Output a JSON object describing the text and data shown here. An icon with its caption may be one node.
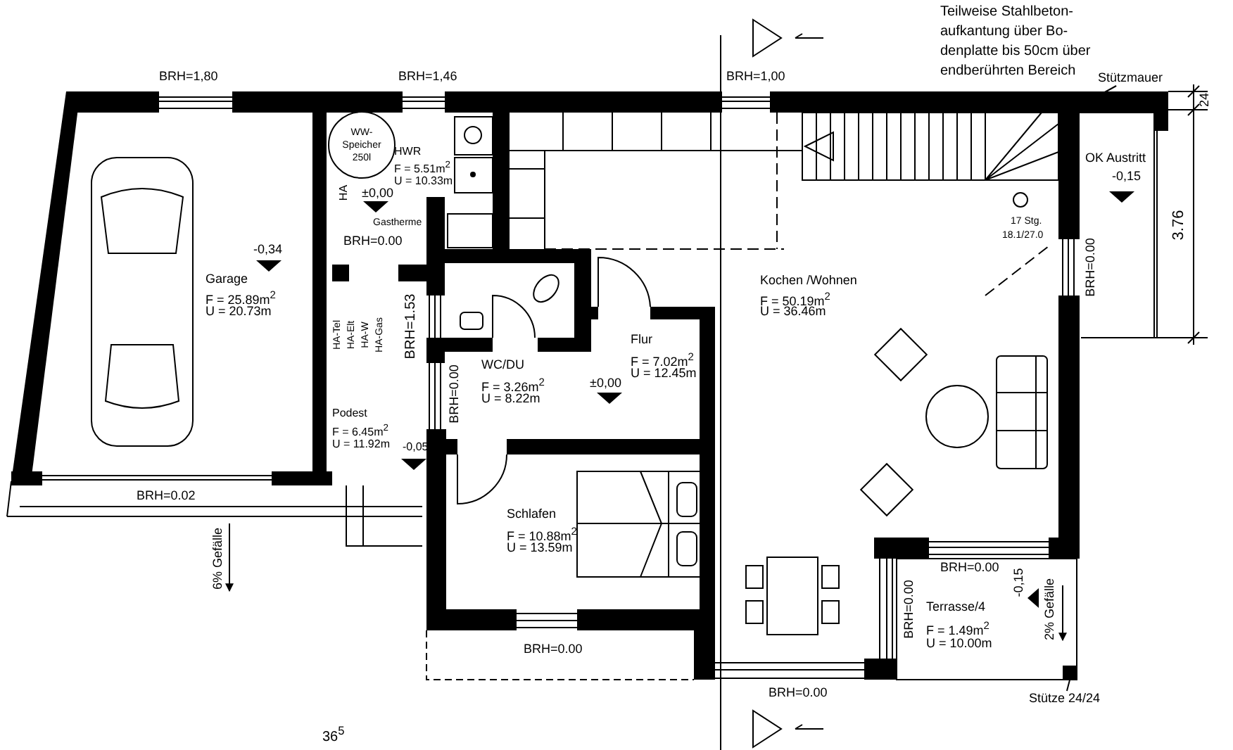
{
  "diagram": {
    "nodes": [
      {
        "text": [
          "WW-Speicher 250l"
        ]
      },
      {
        "text": [
          "Stützmauer"
        ]
      },
      {
        "text": [
          "Stütze 24/24"
        ]
      },
      {
        "text": [],
        "shape": "box"
      }
    ],
    "edges": [
      {
        "from": 1,
        "to": null,
        "arrow": "none"
      },
      {
        "from": 2,
        "to": 3,
        "arrow": "none"
      }
    ],
    "labels": [
      "Teilweise Stahlbeton- aufkantung über Bo- denplatte bis 50cm über endberührten Bereich",
      "BRH=1,80",
      "BRH=1,46",
      "BRH=1,00",
      "24",
      "HWR",
      "F = 5.51m$^{2}$",
      "U = 10.33m",
      "OK Austritt",
      "-0,15",
      "HA",
      "±0,00",
      "Gastherme",
      "BRH=0.00",
      "17 Stg.",
      "18.1/27.0",
      "-0,34",
      "Garage",
      "F = 25.89m$^{2}$",
      "U = 20.73m",
      "3.76",
      "BRH=0.00",
      "Kochen /Wohnen",
      "F = 50.19m$^{2}$",
      "U = 36.46m",
      "HA-Tel",
      "HA-Elt",
      "HA-W",
      "HA-Gas",
      "BRH=1.53",
      "WC/DU",
      "F = 3.26m$^{2}$",
      "U = 8.22m",
      "Flur",
      "F = 7.02m$^{2}$",
      "U = 12.45m",
      "±0,00",
      "BRH=0.00",
      "Podest",
      "F = 6.45m$^{2}$",
      "U = 11.92m",
      "-0,05",
      "BRH=0.02",
      "Schlafen",
      "F = 10.88m$^{2}$",
      "U = 13.59m",
      "6% Gefälle",
      "BRH=0.00",
      "-0,15",
      "BRH=0.00",
      "Terrasse/4",
      "F = 1.49m$^{2}$",
      "U = 10.00m",
      "2% Gefälle",
      "BRH=0.00",
      "BRH=0.00",
      "36$^{5}$"
    ]
  }
}
